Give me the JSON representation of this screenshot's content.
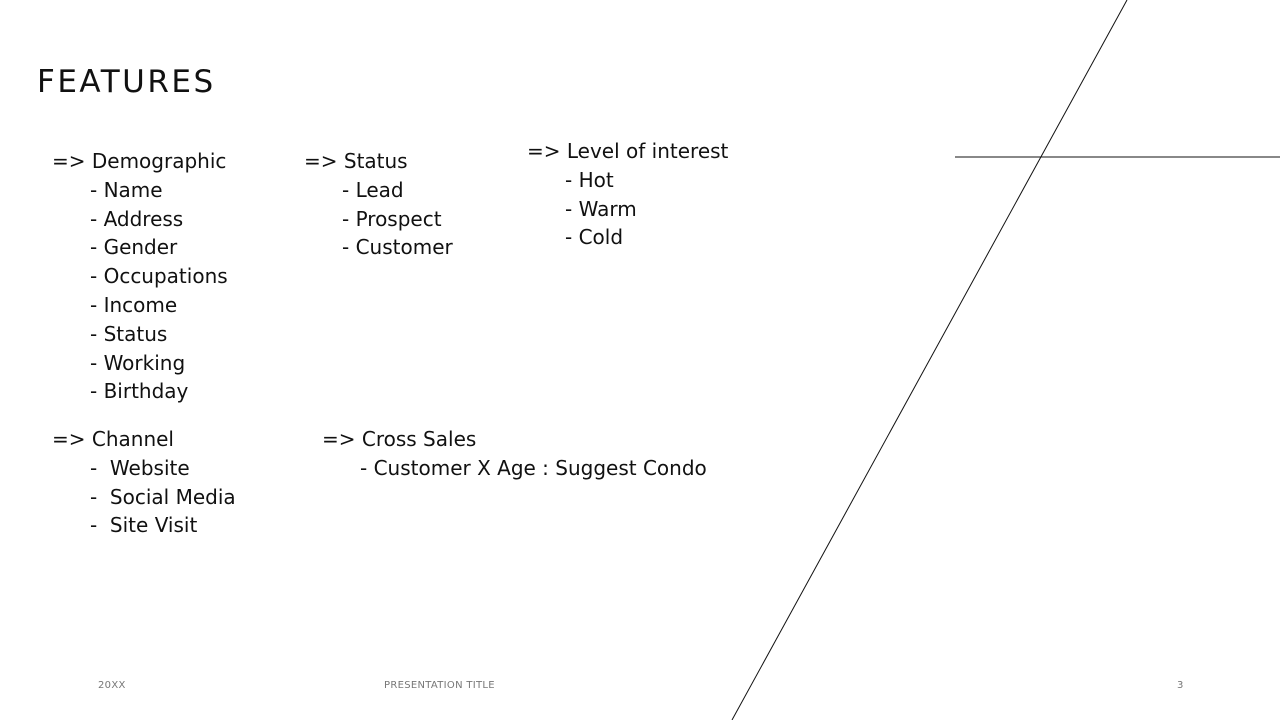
{
  "slide": {
    "title": "FEATURES",
    "groups": {
      "demographic": {
        "heading": "=> Demographic",
        "items": [
          "- Name",
          "- Address",
          "- Gender",
          "- Occupations",
          "- Income",
          "- Status",
          "- Working",
          "- Birthday"
        ]
      },
      "status": {
        "heading": "=> Status",
        "items": [
          "- Lead",
          "- Prospect",
          "- Customer"
        ]
      },
      "level": {
        "heading": "=> Level of interest",
        "items": [
          "- Hot",
          "- Warm",
          "- Cold"
        ]
      },
      "channel": {
        "heading": "=> Channel",
        "items": [
          "-  Website",
          "-  Social Media",
          "-  Site Visit"
        ]
      },
      "cross_sales": {
        "heading": "=> Cross Sales",
        "items": [
          "- Customer X Age : Suggest Condo"
        ]
      }
    },
    "footer": {
      "date": "20XX",
      "presentation_title": "PRESENTATION TITLE",
      "page_number": "3"
    }
  },
  "colors": {
    "text": "#111111",
    "footer_text": "#777777",
    "line": "#111111",
    "background": "#ffffff"
  }
}
